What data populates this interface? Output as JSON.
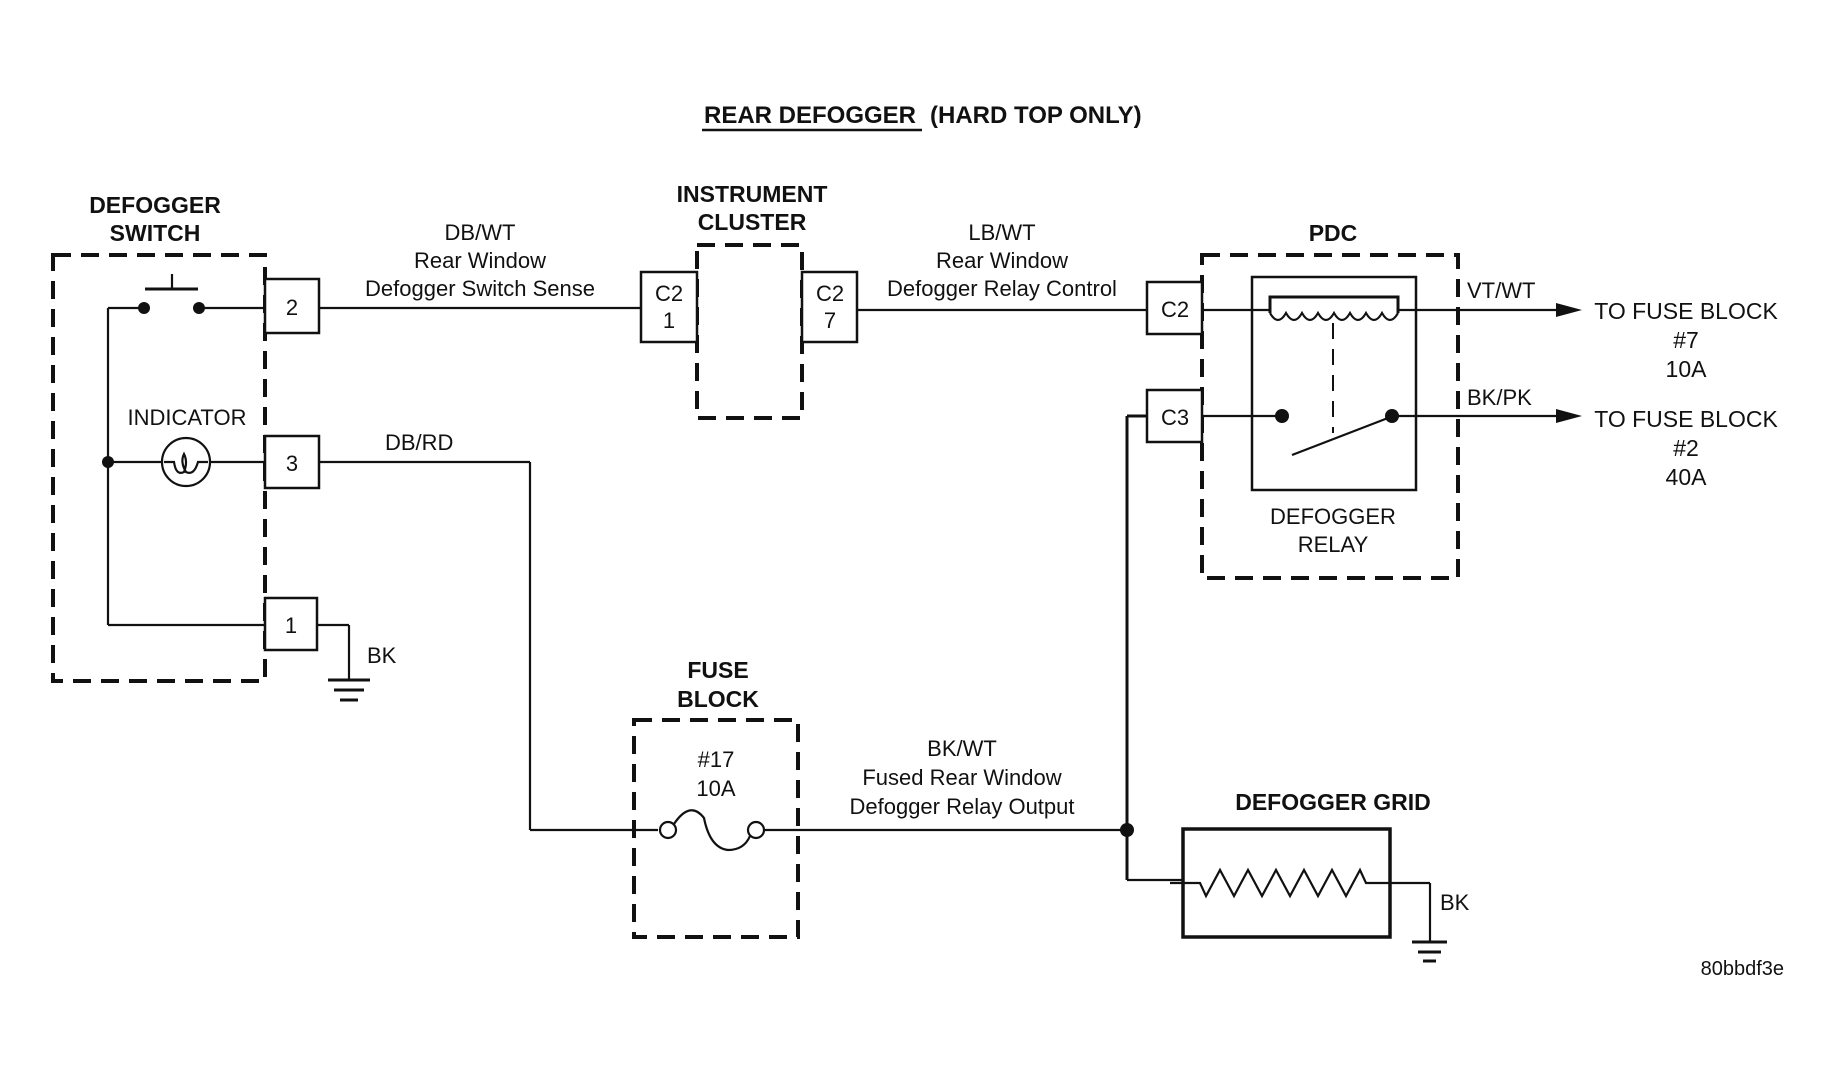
{
  "title": {
    "main": "REAR DEFOGGER",
    "qualifier": "(HARD TOP ONLY)"
  },
  "components": {
    "defogger_switch": {
      "line1": "DEFOGGER",
      "line2": "SWITCH",
      "indicator_label": "INDICATOR"
    },
    "instrument_cluster": {
      "line1": "INSTRUMENT",
      "line2": "CLUSTER"
    },
    "pdc": {
      "label": "PDC",
      "relay_line1": "DEFOGGER",
      "relay_line2": "RELAY"
    },
    "fuse_block": {
      "line1": "FUSE",
      "line2": "BLOCK",
      "fuse_number": "#17",
      "fuse_rating": "10A"
    },
    "defogger_grid": {
      "label": "DEFOGGER GRID"
    }
  },
  "pins": {
    "switch_pin_2": "2",
    "switch_pin_3": "3",
    "switch_pin_1": "1",
    "cluster_c2_1": {
      "connector": "C2",
      "pin": "1"
    },
    "cluster_c2_7": {
      "connector": "C2",
      "pin": "7"
    },
    "pdc_c2": "C2",
    "pdc_c3": "C3"
  },
  "wires": {
    "switch_sense": {
      "color_code": "DB/WT",
      "line1": "Rear Window",
      "line2": "Defogger Switch Sense"
    },
    "relay_control": {
      "color_code": "LB/WT",
      "line1": "Rear Window",
      "line2": "Defogger Relay Control"
    },
    "indicator_feed": {
      "color_code": "DB/RD"
    },
    "switch_ground": {
      "color_code": "BK"
    },
    "relay_output": {
      "color_code": "BK/WT",
      "line1": "Fused Rear Window",
      "line2": "Defogger Relay Output"
    },
    "vt_wt": {
      "color_code": "VT/WT",
      "dest_line1": "TO FUSE BLOCK",
      "dest_line2": "#7",
      "dest_line3": "10A"
    },
    "bk_pk": {
      "color_code": "BK/PK",
      "dest_line1": "TO FUSE BLOCK",
      "dest_line2": "#2",
      "dest_line3": "40A"
    },
    "grid_ground": {
      "color_code": "BK"
    }
  },
  "figure_id": "80bbdf3e"
}
